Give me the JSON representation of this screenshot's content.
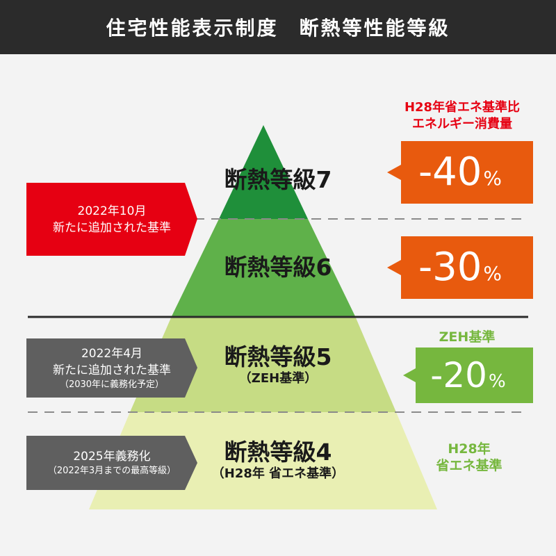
{
  "header": {
    "title_left": "住宅性能表示制度",
    "title_right": "断熱等性能等級"
  },
  "colors": {
    "level7": "#1f8f3a",
    "level6": "#5fb14a",
    "level5": "#c6dc84",
    "level4": "#e9efb3",
    "red_tag": "#e60012",
    "gray_tag": "#5f5f5f",
    "orange": "#e85a0e",
    "green_box": "#76b73e",
    "caption_red": "#e60012",
    "caption_green": "#76b73e"
  },
  "levels": [
    {
      "title": "断熱等級7",
      "sub": ""
    },
    {
      "title": "断熱等級6",
      "sub": ""
    },
    {
      "title": "断熱等級5",
      "sub": "（ZEH基準）"
    },
    {
      "title": "断熱等級4",
      "sub": "（H28年 省エネ基準）"
    }
  ],
  "tags": {
    "red": {
      "line1": "2022年10月",
      "line2": "新たに追加された基準"
    },
    "gray1": {
      "line1": "2022年4月",
      "line2": "新たに追加された基準",
      "line3": "（2030年に義務化予定）"
    },
    "gray2": {
      "line1": "2025年義務化",
      "line2": "（2022年3月までの最高等級）"
    }
  },
  "right": {
    "caption_top_1": "H28年省エネ基準比",
    "caption_top_2": "エネルギー消費量",
    "pct7": "-40",
    "pct6": "-30",
    "pct5": "-20",
    "unit": "%",
    "caption_zeh": "ZEH基準",
    "caption_h28_1": "H28年",
    "caption_h28_2": "省エネ基準"
  }
}
